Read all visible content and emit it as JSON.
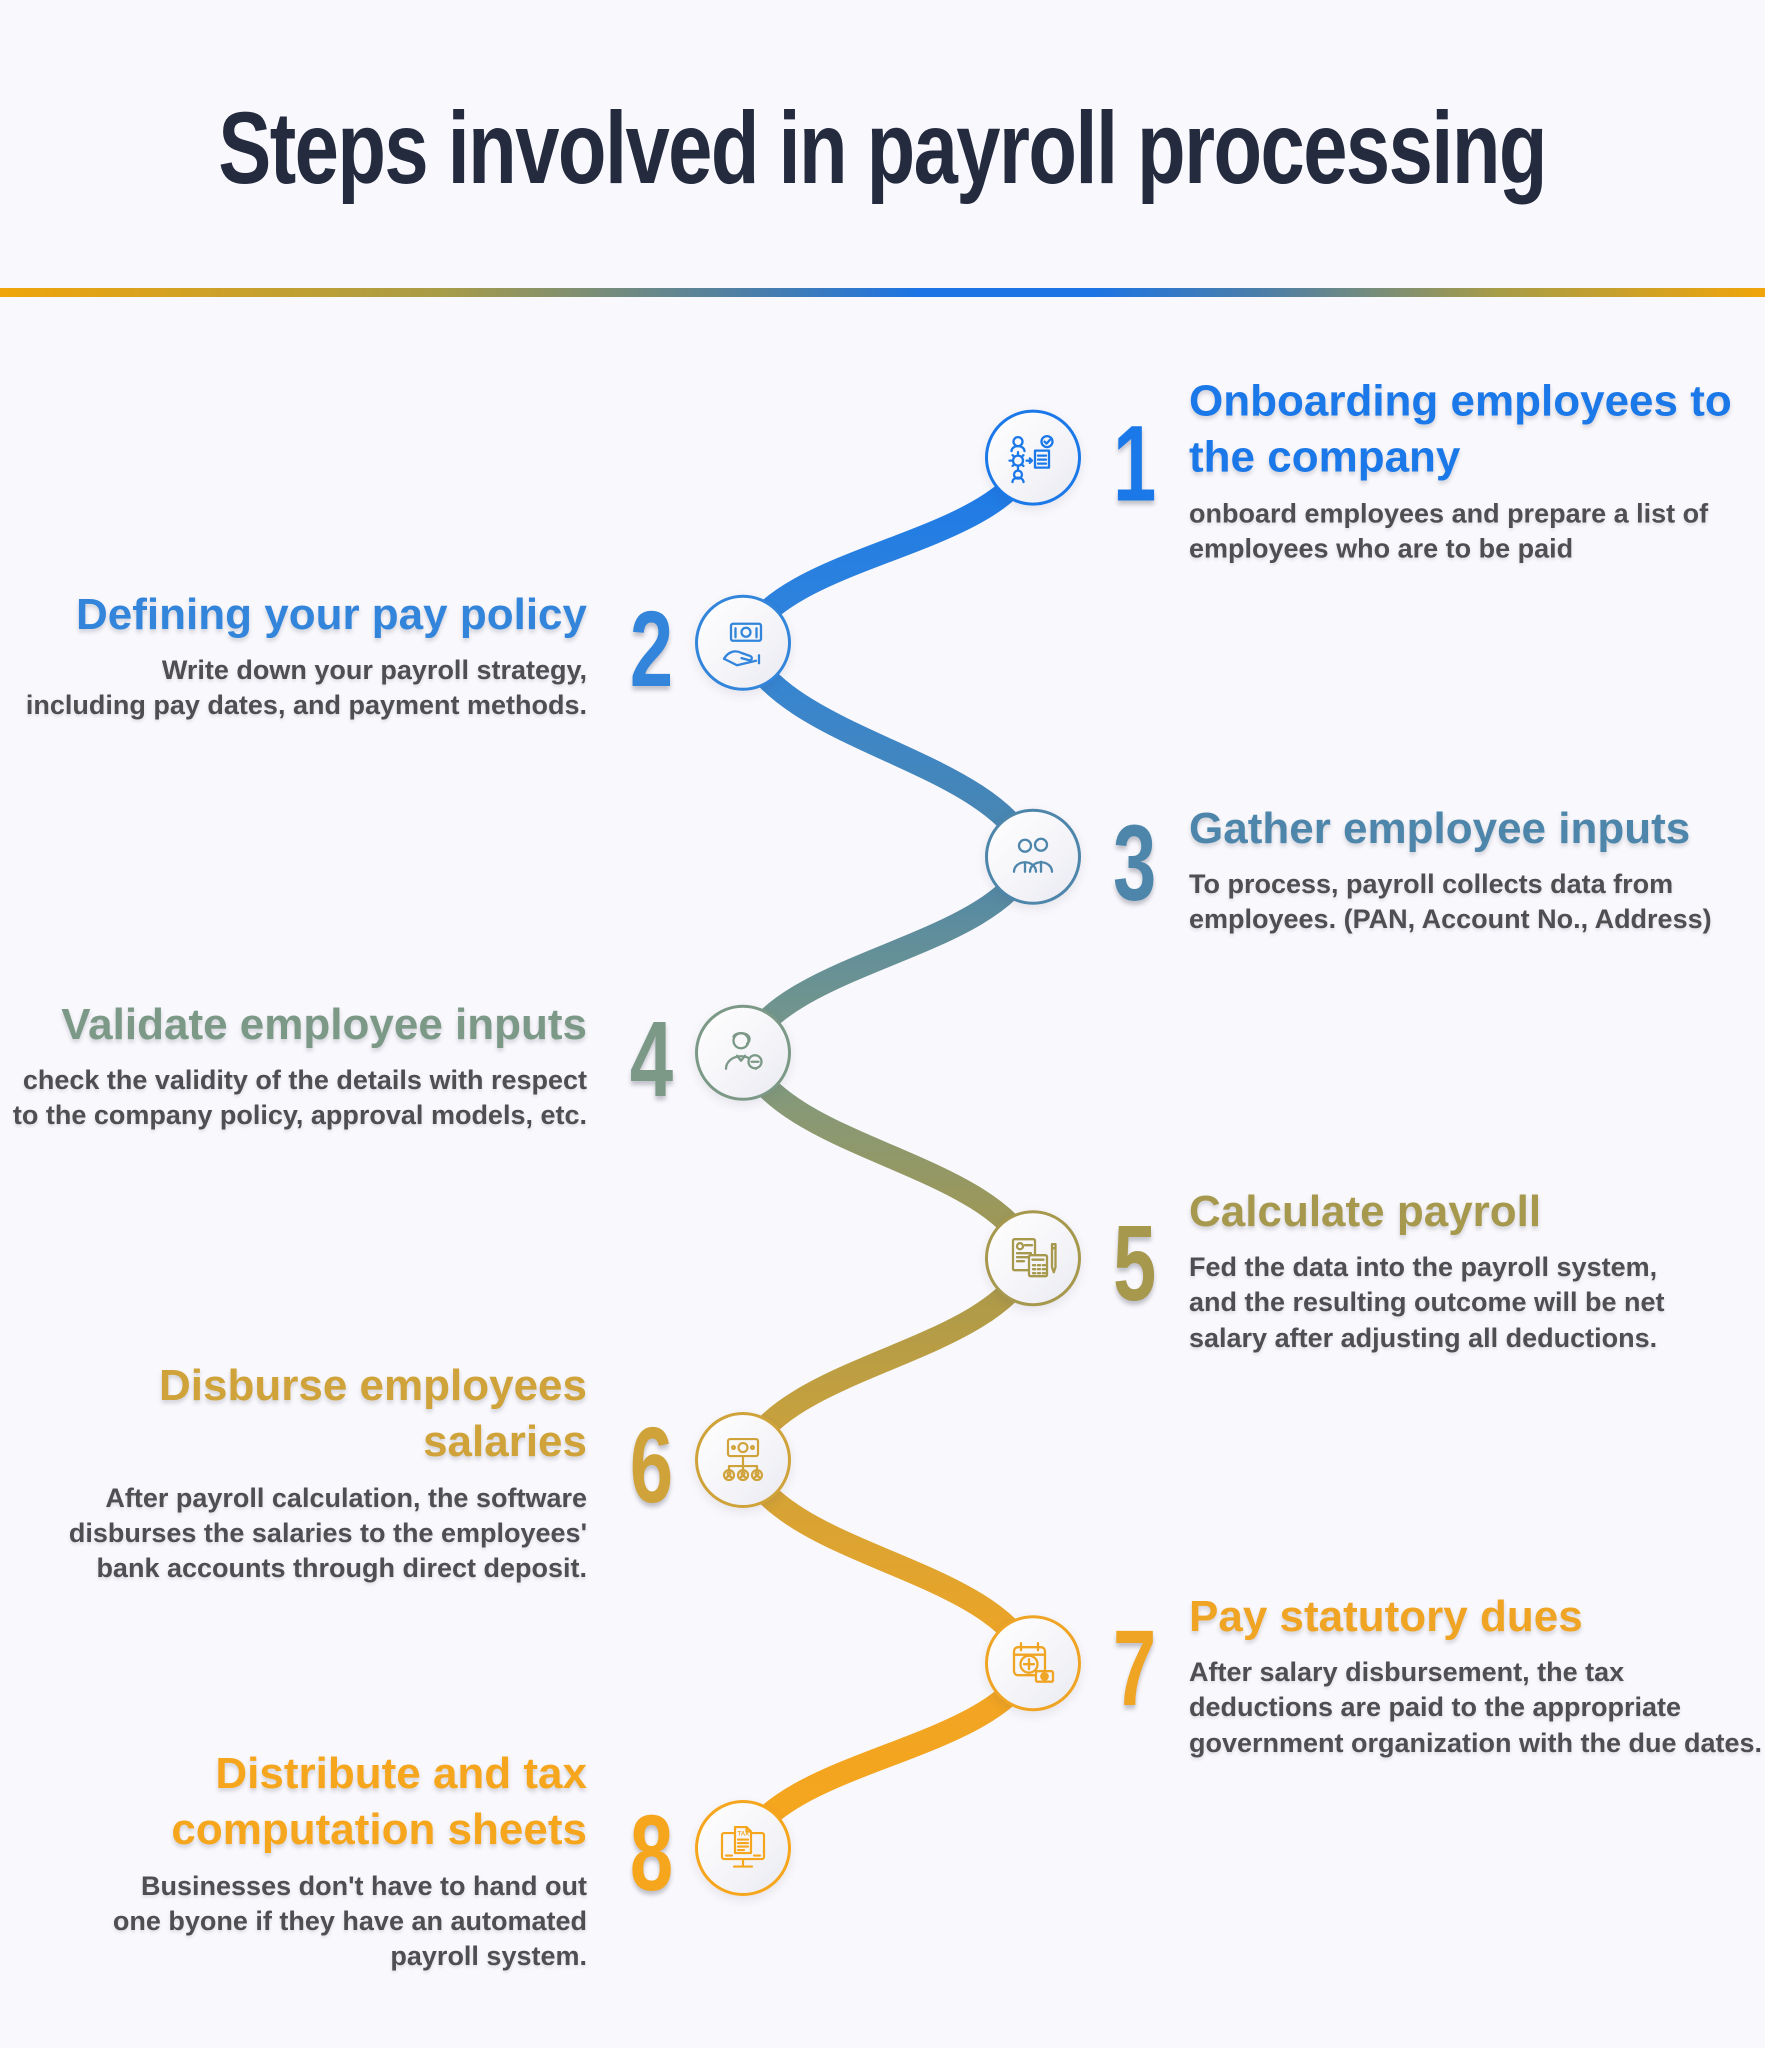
{
  "page": {
    "title": "Steps involved in payroll processing",
    "title_color": "#252b3f",
    "background": "#f9f8fc"
  },
  "divider_gradient": [
    "#f0a50a",
    "#a89c47",
    "#4e7fa5",
    "#1d74e4",
    "#4e7fa5",
    "#a89c47",
    "#f0a50a"
  ],
  "path_gradient": [
    "#1b78e8",
    "#3285da",
    "#4d86aa",
    "#7b9986",
    "#a6984d",
    "#cfa33a",
    "#f0a424",
    "#f6a61d"
  ],
  "steps": [
    {
      "number": "1",
      "title": "Onboarding employees to\nthe company",
      "description": "onboard employees and prepare a list of\nemployees who are to be paid",
      "color": "#1b78e8",
      "icon": "onboarding-icon",
      "side": "right"
    },
    {
      "number": "2",
      "title": "Defining your pay policy",
      "description": "Write down your payroll strategy,\nincluding pay dates, and payment methods.",
      "color": "#3285da",
      "icon": "pay-policy-icon",
      "side": "left"
    },
    {
      "number": "3",
      "title": "Gather employee inputs",
      "description": "To process, payroll collects data from\nemployees. (PAN, Account No., Address)",
      "color": "#4d86aa",
      "icon": "employees-icon",
      "side": "right"
    },
    {
      "number": "4",
      "title": "Validate employee inputs",
      "description": "check the validity of the details with respect\nto the company policy, approval models, etc.",
      "color": "#7b9986",
      "icon": "validate-icon",
      "side": "left"
    },
    {
      "number": "5",
      "title": "Calculate payroll",
      "description": "Fed the data into the payroll system,\nand the resulting outcome will be net\nsalary after adjusting all deductions.",
      "color": "#a6984d",
      "icon": "calculate-icon",
      "side": "right"
    },
    {
      "number": "6",
      "title": "Disburse employees\nsalaries",
      "description": "After payroll calculation, the software\ndisburses the salaries to the employees'\nbank accounts through direct deposit.",
      "color": "#cfa33a",
      "icon": "disburse-icon",
      "side": "left"
    },
    {
      "number": "7",
      "title": "Pay statutory dues",
      "description": "After salary disbursement, the tax\ndeductions are paid to the appropriate\ngovernment organization with the due dates.",
      "color": "#f0a424",
      "icon": "statutory-dues-icon",
      "side": "right"
    },
    {
      "number": "8",
      "title": "Distribute and tax\ncomputation sheets",
      "description": "Businesses don't have to hand out\none byone if they have an automated\npayroll system.",
      "color": "#f6a61d",
      "icon": "tax-sheets-icon",
      "side": "left"
    }
  ]
}
